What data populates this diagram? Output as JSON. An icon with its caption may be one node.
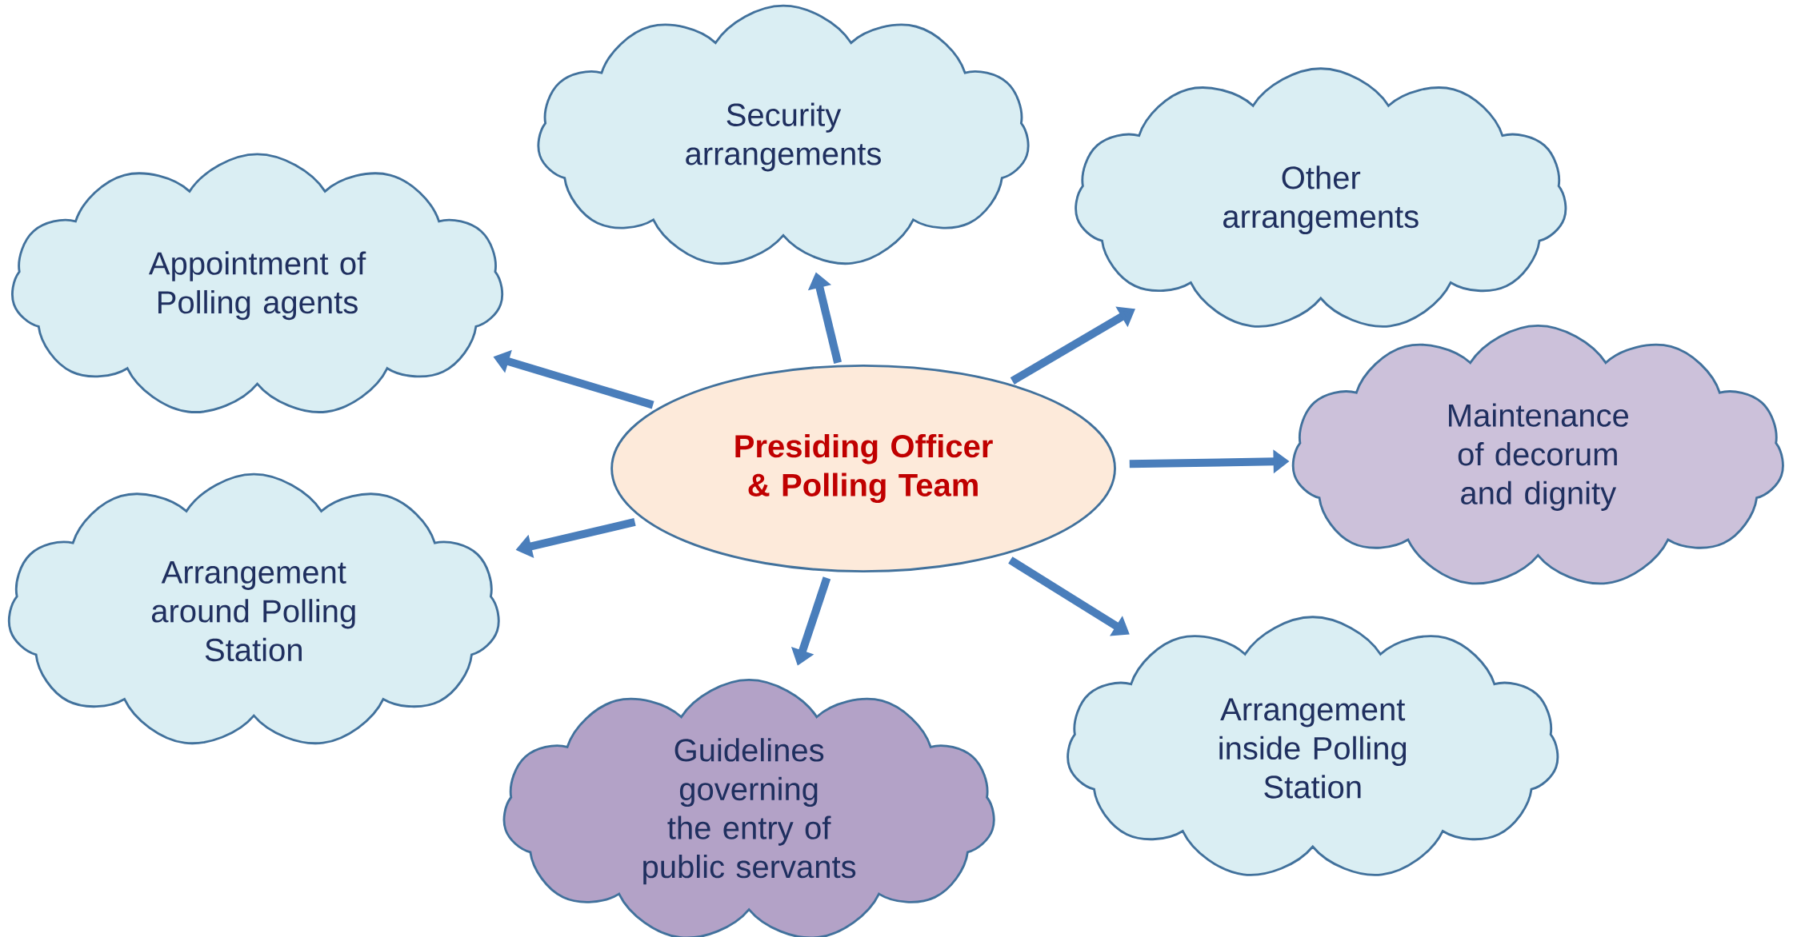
{
  "diagram": {
    "nodes": [
      {
        "text": [
          "Presiding Officer & Polling Team"
        ]
      },
      {
        "text": [
          "Security arrangements"
        ]
      },
      {
        "text": [
          "Other arrangements"
        ]
      },
      {
        "text": [
          "Appointment of Polling agents"
        ]
      },
      {
        "text": [
          "Maintenance of decorum and dignity"
        ]
      },
      {
        "text": [
          "Arrangement around Polling Station"
        ]
      },
      {
        "text": [
          "Arrangement inside Polling Station"
        ]
      },
      {
        "text": [
          "Guidelines governing the entry of public servants"
        ]
      }
    ],
    "edges": [
      {
        "from": 0,
        "to": 1,
        "arrow": "to"
      },
      {
        "from": 0,
        "to": 2,
        "arrow": "to"
      },
      {
        "from": 0,
        "to": 3,
        "arrow": "to"
      },
      {
        "from": 0,
        "to": 4,
        "arrow": "to"
      },
      {
        "from": 0,
        "to": 5,
        "arrow": "to"
      },
      {
        "from": 0,
        "to": 6,
        "arrow": "to"
      },
      {
        "from": 0,
        "to": 7,
        "arrow": "to"
      }
    ]
  }
}
